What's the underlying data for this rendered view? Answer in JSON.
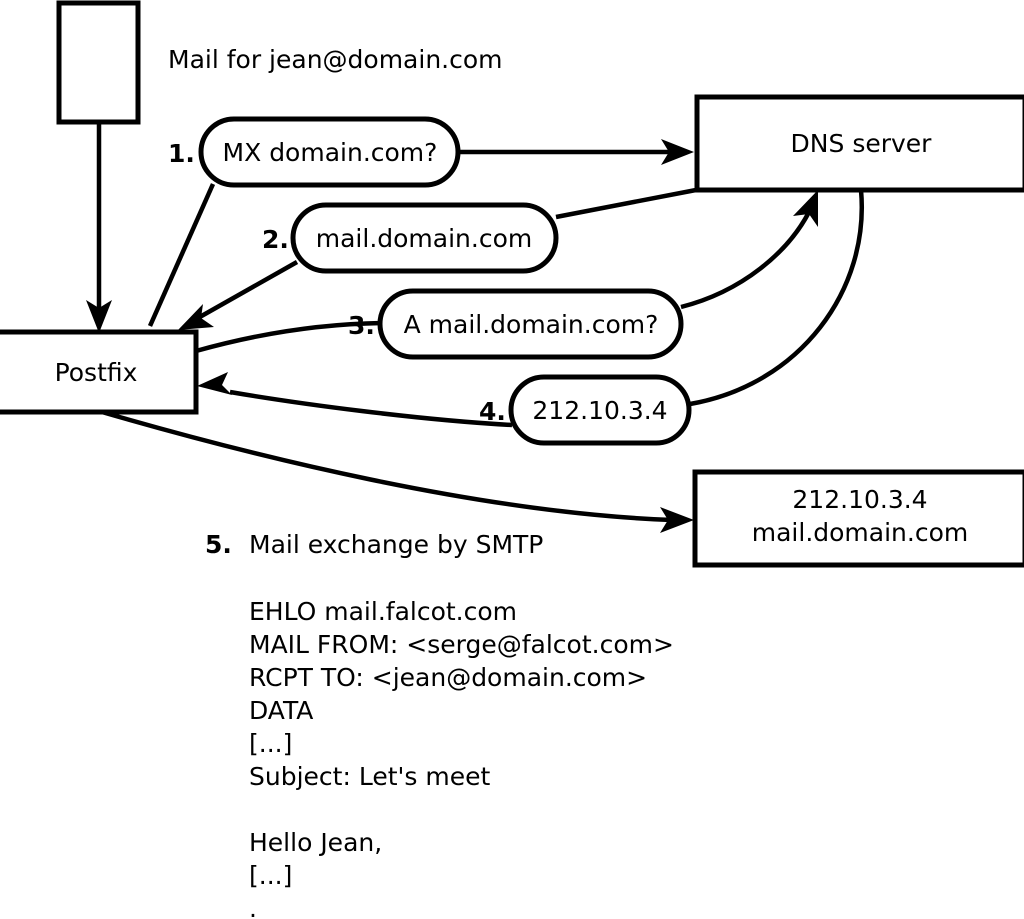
{
  "diagram": {
    "title": "Mail for jean@domain.com",
    "nodes": [
      {
        "id": "client",
        "label": ""
      },
      {
        "id": "postfix",
        "label": "Postfix"
      },
      {
        "id": "dns",
        "label": "DNS server"
      },
      {
        "id": "target",
        "line1": "212.10.3.4",
        "line2": "mail.domain.com"
      }
    ],
    "steps": [
      {
        "num": "1.",
        "text": "MX domain.com?"
      },
      {
        "num": "2.",
        "text": "mail.domain.com"
      },
      {
        "num": "3.",
        "text": "A mail.domain.com?"
      },
      {
        "num": "4.",
        "text": "212.10.3.4"
      }
    ],
    "step5": {
      "num": "5.",
      "text": "Mail exchange by SMTP"
    },
    "transcript": [
      "EHLO mail.falcot.com",
      "MAIL FROM: <serge@falcot.com>",
      "RCPT TO: <jean@domain.com>",
      "DATA",
      "[...]",
      "Subject: Let's meet",
      "",
      "Hello Jean,",
      "[...]",
      "",
      "."
    ],
    "colors": {
      "stroke": "#000000",
      "fill": "#ffffff",
      "text": "#000000"
    }
  }
}
